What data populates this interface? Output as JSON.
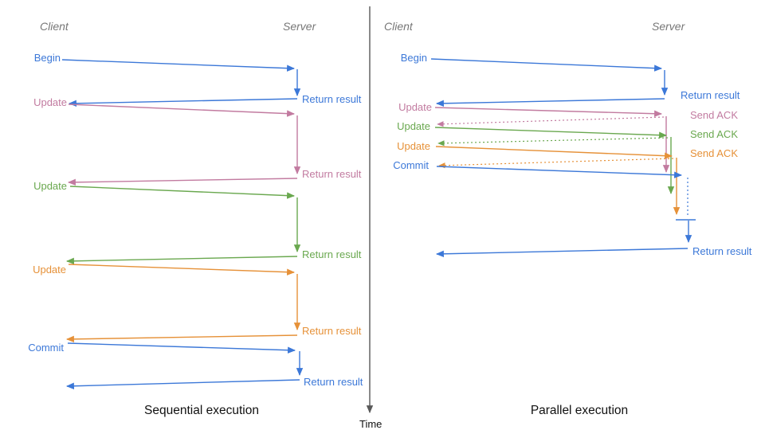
{
  "time_axis": {
    "label": "Time"
  },
  "colors": {
    "blue": "#3c78d8",
    "pink": "#c27ba0",
    "green": "#6aa84f",
    "orange": "#e69138",
    "header_gray": "#777777",
    "divider_gray": "#595959",
    "caption_black": "#111111"
  },
  "left_panel": {
    "client_header": "Client",
    "server_header": "Server",
    "caption": "Sequential execution",
    "messages": [
      {
        "request": "Begin",
        "response": "Return result",
        "color": "#3c78d8"
      },
      {
        "request": "Update",
        "response": "Return result",
        "color": "#c27ba0"
      },
      {
        "request": "Update",
        "response": "Return result",
        "color": "#6aa84f"
      },
      {
        "request": "Update",
        "response": "Return result",
        "color": "#e69138"
      },
      {
        "request": "Commit",
        "response": "Return result",
        "color": "#3c78d8"
      }
    ]
  },
  "right_panel": {
    "client_header": "Client",
    "server_header": "Server",
    "caption": "Parallel execution",
    "messages": [
      {
        "request": "Begin",
        "response": "Return result",
        "color": "#3c78d8"
      },
      {
        "request": "Update",
        "response": "Send ACK",
        "color": "#c27ba0"
      },
      {
        "request": "Update",
        "response": "Send ACK",
        "color": "#6aa84f"
      },
      {
        "request": "Update",
        "response": "Send ACK",
        "color": "#e69138"
      },
      {
        "request": "Commit",
        "response": "Return result",
        "color": "#3c78d8"
      }
    ]
  }
}
